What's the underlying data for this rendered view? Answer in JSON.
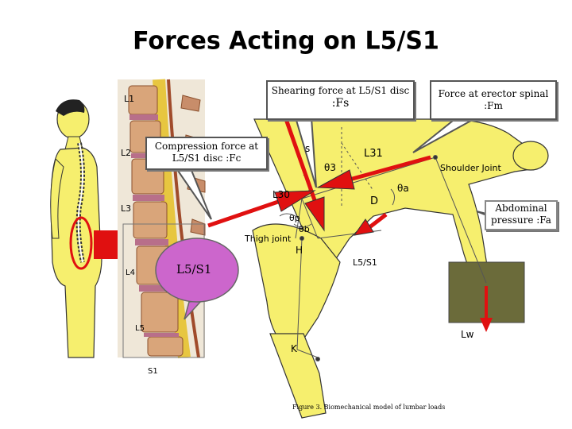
{
  "title": "Forces Acting on L5/S1",
  "callouts": {
    "shearing": {
      "line1": "Shearing force at L5/S1 disc",
      "line2": ":Fs"
    },
    "erector": {
      "line1": "Force at erector spinal",
      "line2": ":Fm"
    },
    "compression": {
      "line1": "Compression force at",
      "line2": "L5/S1 disc :Fc"
    },
    "abdominal": {
      "line1": "Abdominal",
      "line2": "pressure :Fa"
    },
    "bubble": "L5/S1"
  },
  "spine_labels": [
    "L1",
    "L2",
    "L3",
    "L4",
    "L5",
    "S1"
  ],
  "model_labels": {
    "s": "s",
    "l31": "L31",
    "theta3": "θ3",
    "shoulder_joint": "Shoulder Joint",
    "theta_a": "θa",
    "l30": "L30",
    "d": "D",
    "theta_p": "θp",
    "theta_b": "θb",
    "thigh_joint": "Thigh joint",
    "h": "H",
    "l5s1": "L5/S1",
    "k": "K",
    "lw": "Lw"
  },
  "caption": "Figure 3. Biomechanical model of lumbar loads",
  "colors": {
    "body": "#f6ef6e",
    "arrow_red": "#e01010",
    "bubble": "#cc66cc",
    "box": "#6b6b3a"
  }
}
